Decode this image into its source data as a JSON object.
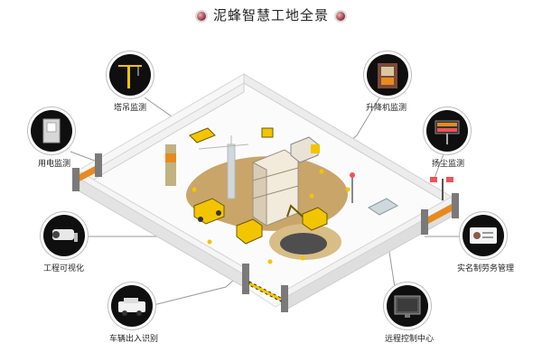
{
  "title": "泥蜂智慧工地全景",
  "features": [
    {
      "id": "tower-crane",
      "label": "塔吊监测",
      "icon": "tower-crane-icon"
    },
    {
      "id": "elevator",
      "label": "升降机监测",
      "icon": "construction-elevator-icon"
    },
    {
      "id": "power",
      "label": "用电监测",
      "icon": "electric-cabinet-icon"
    },
    {
      "id": "dust",
      "label": "扬尘监测",
      "icon": "dust-monitor-icon"
    },
    {
      "id": "visual",
      "label": "工程可视化",
      "icon": "surveillance-camera-icon"
    },
    {
      "id": "realname",
      "label": "实名制劳务管理",
      "icon": "id-card-icon"
    },
    {
      "id": "vehicle",
      "label": "车辆出入识别",
      "icon": "vehicle-icon"
    },
    {
      "id": "remote",
      "label": "远程控制中心",
      "icon": "monitor-screen-icon"
    }
  ],
  "colors": {
    "accent": "#e88a1e",
    "ground": "#c9a56a",
    "wall": "#e7e7e7",
    "machine": "#f2c500"
  }
}
